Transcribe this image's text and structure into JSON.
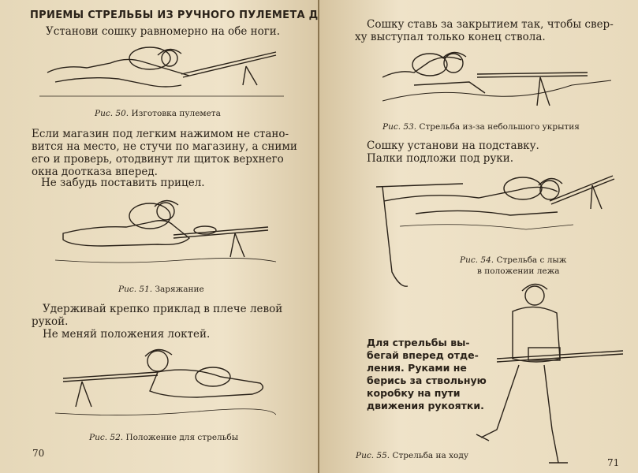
{
  "left_page": {
    "title": "ПРИЕМЫ СТРЕЛЬБЫ ИЗ РУЧНОГО ПУЛЕМЕТА ДП",
    "para1": "Установи сошку равномерно на обе ноги.",
    "fig50": {
      "num": "Рис. 50.",
      "caption": "Изготовка пулемета"
    },
    "para2_lines": [
      "Если магазин под легким нажимом не стано-",
      "вится на место, не стучи по магазину, а сними",
      "его и проверь, отодвинут ли щиток верхнего",
      "окна доотказа вперед."
    ],
    "para3": "Не забудь поставить прицел.",
    "fig51": {
      "num": "Рис. 51.",
      "caption": "Заряжание"
    },
    "para4_lines": [
      "Удерживай крепко приклад в плече левой",
      "рукой."
    ],
    "para5": "Не меняй положения локтей.",
    "fig52": {
      "num": "Рис. 52.",
      "caption": "Положение для стрельбы"
    },
    "page_number": "70"
  },
  "right_page": {
    "para1_lines": [
      "Сошку ставь за закрытием так, чтобы свер-",
      "ху выступал только конец ствола."
    ],
    "fig53": {
      "num": "Рис. 53.",
      "caption": "Стрельба из-за небольшого укрытия"
    },
    "para2_lines": [
      "Сошку установи на подставку.",
      "Палки подложи под руки."
    ],
    "fig54": {
      "num": "Рис. 54.",
      "caption_lines": [
        "Стрельба с лыж",
        "в положении лежа"
      ]
    },
    "para3_lines": [
      "Для стрельбы вы-",
      "бегай вперед отде-",
      "ления. Руками не",
      "берись за ствольную",
      "коробку на пути",
      "движения рукоятки."
    ],
    "fig55": {
      "num": "Рис. 55.",
      "caption": "Стрельба на ходу"
    },
    "page_number": "71"
  }
}
